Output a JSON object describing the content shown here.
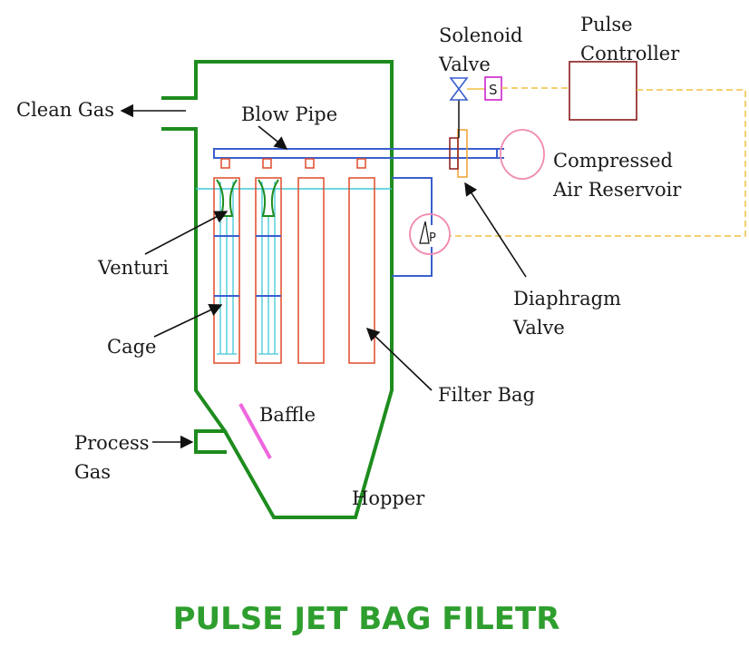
{
  "title": "PULSE JET BAG FILETR",
  "labels": {
    "clean_gas": "Clean Gas",
    "blow_pipe": "Blow Pipe",
    "solenoid_line1": "Solenoid",
    "solenoid_line2": "Valve",
    "pulse_line1": "Pulse",
    "pulse_line2": "Controller",
    "compressed_line1": "Compressed",
    "compressed_line2": "Air Reservoir",
    "venturi": "Venturi",
    "cage": "Cage",
    "diaphragm_line1": "Diaphragm",
    "diaphragm_line2": "Valve",
    "filter_bag": "Filter Bag",
    "baffle": "Baffle",
    "process_line1": "Process",
    "process_line2": "Gas",
    "hopper": "Hopper"
  },
  "symbols": {
    "pressure_gauge": "P",
    "solenoid": "S"
  },
  "colors": {
    "housing": "#1e8c1e",
    "blow_pipe": "#3a5fcd",
    "filter_bag": "#e04a2a",
    "cage_wire": "#40c8d8",
    "venturi": "#1e8c1e",
    "baffle": "#ee66dd",
    "reservoir": "#f08ab0",
    "signal_line": "#f0c040",
    "controller": "#8b1a1a",
    "solenoid_box": "#cc22cc",
    "title": "#2e9e2e"
  }
}
